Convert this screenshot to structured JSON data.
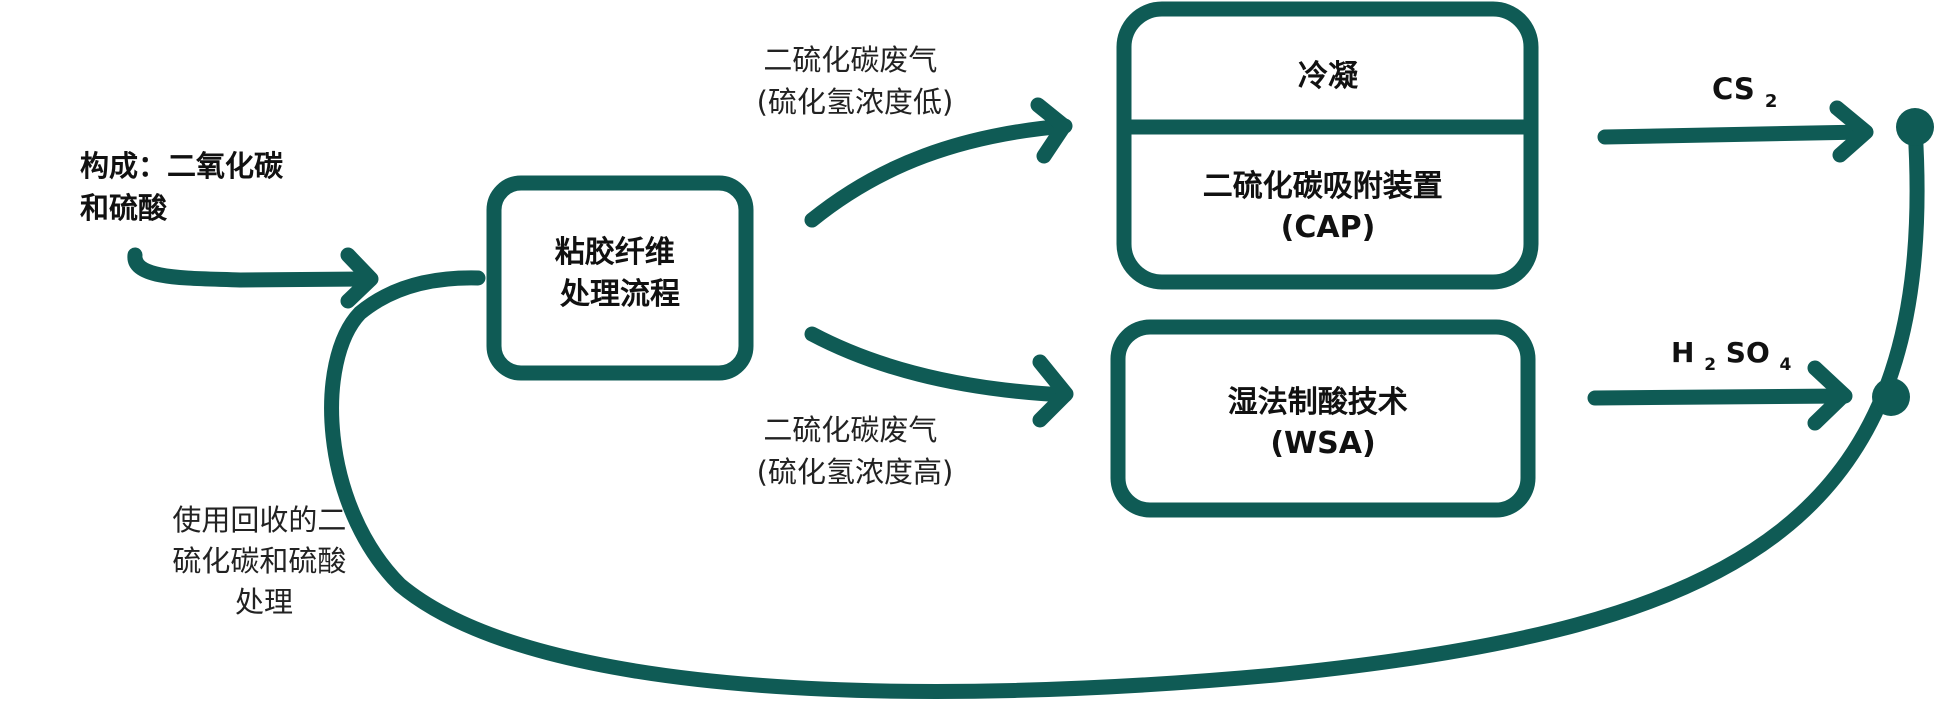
{
  "labels": {
    "input_line1": "构成：二氧化碳",
    "input_line2": "和硫酸",
    "process_line1": "粘胶纤维",
    "process_line2": "处理流程",
    "upper_gas_line1": "二硫化碳废气",
    "upper_gas_line2": "(硫化氢浓度低)",
    "lower_gas_line1": "二硫化碳废气",
    "lower_gas_line2": "(硫化氢浓度高)",
    "condense": "冷凝",
    "cap_line1": "二硫化碳吸附装置",
    "cap_line2": "(CAP)",
    "wsa_line1": "湿法制酸技术",
    "wsa_line2": "(WSA)",
    "output_cs_main": "CS",
    "output_cs_sub": "2",
    "output_h": "H",
    "output_h_sub": "2",
    "output_so": "SO",
    "output_o_sub": "4",
    "recycle_line1": "使用回收的二",
    "recycle_line2": "硫化碳和硫酸",
    "recycle_line3": "处理"
  },
  "colors": {
    "accent": "#0f5b55",
    "text": "#111111",
    "background": "#ffffff"
  }
}
